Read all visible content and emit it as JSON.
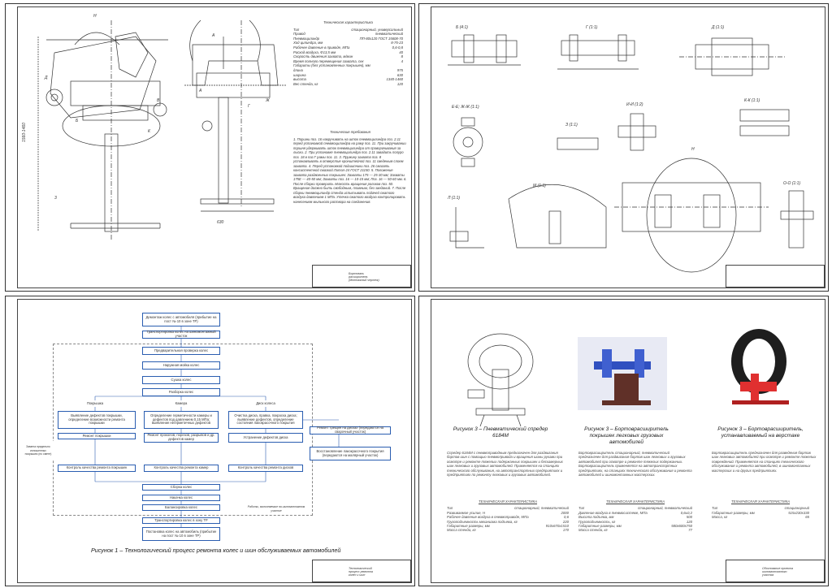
{
  "sheet1": {
    "spec_title": "Техническая характеристика",
    "spec_rows": [
      [
        "Тип",
        "стационарный, универсальный"
      ],
      [
        "Привод",
        "пневматический"
      ],
      [
        "Пневмоцилиндр",
        "ПП-80х120 ГОСТ 15608-70"
      ],
      [
        "Ход цилиндра, мм",
        "8-75-23"
      ],
      [
        "Рабочее давление в приводе, МПа",
        "0,6-0,8"
      ],
      [
        "Расход воздуха, Ф13,5 мм",
        "40"
      ],
      [
        "Скорость движения захвата, м/мин",
        "8"
      ],
      [
        "Время полного перемещения захвата, сек",
        "4"
      ],
      [
        "Габариты (без установленных покрышек), мм",
        ""
      ],
      [
        "длина",
        "975"
      ],
      [
        "ширина",
        "630"
      ],
      [
        "высота",
        "1340-1460"
      ],
      [
        "Вес стенда, кг",
        "120"
      ]
    ],
    "req_title": "Технические требования",
    "req_text": "1. Поршни поз. 16 накручивать на шток пневмоцилиндра поз. 2.11 перед установкой пневмоцилиндра на раму поз. 11. При закручивании поршня удерживать шток пневмоцилиндра от проворачивания за лыски. 2. При установке пневмоцилиндра поз. 2.11 завадить полуро поз. 18 в паз Г рамы поз. 11. 3. Пружину захвата поз. 8 устанавливать в отверстие кронштейной поз. 11 сведеным слоем захвата. 4. Перед установкой подшипники поз. 26 смазать консистентной смазкой Литол-24 ГОСТ 21150. 5. Положение захвата раздвоенных покрышек: Захваты 175 — 25-30 мм; Захваты 175Е — 40-50 мм; Захваты поз. 16 — 10-15 мм; Поз. 16 — 50-60 мм. 6. После сборки проверить лёгкость вращения роликов поз. 50. Вращение должно быть свободным, плавным, без заеданий. 7. После сборки пневмоцилиндр стенда испытывать подачей сжатого воздуха давлением 1 МПа. Утечка сжатого воздуха контролировать нанесением мыльного раствора на соединения.",
    "stamp_text": "Бортоваль расширитель (Монтажный чертеж)",
    "dim_left": "1560-1460",
    "dim_bottom": "630",
    "labels": [
      "Б",
      "В",
      "Г",
      "Д",
      "Е",
      "И",
      "К",
      "А",
      "Ж"
    ]
  },
  "sheet2": {
    "view_labels": [
      "Б (4:1)",
      "Г (1:1)",
      "Д (1:1)",
      "Е-Е; Ж-Ж (1:1)",
      "З (1:1)",
      "И-И (1:2)",
      "К-К (1:1)",
      "Л (1:1)",
      "М (1:1)",
      "Н",
      "О-О (1:1)"
    ]
  },
  "sheet3": {
    "caption": "Рисунок 1 – Технологический процесс ремонта колес и шин обслуживаемых автомобилей",
    "boxes": {
      "b1": "Демонтаж колес с автомобиля (прибытие на пост № 10 в зоне ТР)",
      "b2": "Транспортировка колес на шиномонтажный участок",
      "b3": "Предварительная проверка колес",
      "b4": "Наружная мойка колес",
      "b5": "Сушка колес",
      "b6": "Разборка колес",
      "c1": "Покрышка",
      "c2": "Камера",
      "c3": "Диск колеса",
      "p1": "Выявление дефектов покрышки, определение возможности ремонта покрышки",
      "p2": "Ремонт покрышки",
      "p3": "Контроль качества ремонта покрышек",
      "k1": "Определение герметичности камеры и дефектов под давлением 0,15 МПа; выявление негерметичных дефектов",
      "k2": "Ремонт проколов, порезов, разрывов и др. дефектов камер",
      "k3": "Контроль качества ремонта камер",
      "d1": "Очистка диска, правка, покраска диска; выявление дефектов, определение состояния лакокрасочного покрытия",
      "d2": "Устранение дефектов диска",
      "d3": "Контроль качества ремонта дисков",
      "r1": "Ремонт трещин на дисках (передаются на сварочный участок)",
      "r2": "Восстановление лакокрасочного покрытия (передаются на малярный участок)",
      "side": "Замена предельно изношенных покрышек (по смете)",
      "b7": "Сборка колес",
      "b8": "Накачка колес",
      "b9": "Балансировка колес",
      "b10": "Транспортировка колес в зону ТР",
      "b11": "Постановка колес на автомобиль (прибытие на пост № 10 в зоне ТР)",
      "area_note": "Работы, выполняемые на шиномонтажном участке"
    },
    "stamp_text": "Технологический процесс ремонта колес и шин"
  },
  "sheet4": {
    "fig1_caption": "Рисунок 3 – Пневматический спредер 6184М",
    "fig2_caption": "Рисунок 3 – Бортоврасширитель покрышек легковых грузовых автомобилей",
    "fig3_caption": "Рисунок 3 – Бортоврасширитель, устанавливаемый на верстаке",
    "fig1_desc": "Спредер 6184M с пневмоприводным предназначен для раздвигания бортов шин с помощью пневмопривода и вращения шины руками при осмотре и ремонте тяжелых подержанных покрышек и бескамерных шин легковых и грузовых автомобилей. Применяется на станциях технического обслуживания, на автотранспортных предприятиях и предприятиях по ремонту легковых и грузовых автомобилей.",
    "fig2_desc": "Бортоврасширитель стационарный, пневматический предназначен для раздвигания бортов шин легковых и грузовых автомобилей при осмотре и ремонте тяжелых подержанных. Бортоврасширитель применяется на автотранспортных предприятиях, на станциях технического обслуживания и ремонта автомобилей и шиномонтажных мастерских.",
    "fig3_desc": "Бортоврасширитель предназначен для разведения бортов шин легковых автомобилей при осмотре и ремонте тяжелых повреждений. Применяется на станциях технического обслуживания и ремонта автомобилей, в шиномонтажных мастерских и на других предприятиях.",
    "spec_title": "ТЕХНИЧЕСКАЯ ХАРАКТЕРИСТИКА",
    "spec1": [
      [
        "Тип",
        "стационарный, пневматический"
      ],
      [
        "Развиваемое усилие, Н",
        "2000"
      ],
      [
        "Рабочее давление воздуха в пневмоприводе, МПа",
        "0,6"
      ],
      [
        "Грузоподъемность механизма подъема, кг",
        "220"
      ],
      [
        "Габаритные размеры, мм",
        "910х670х1510"
      ],
      [
        "Масса стенда, кг",
        "170"
      ]
    ],
    "spec2": [
      [
        "Тип",
        "стационарный, пневматический"
      ],
      [
        "Давление воздуха в пневмосистеме, МПа",
        "0,6±0,2"
      ],
      [
        "Высота подъема, мм",
        "500"
      ],
      [
        "Грузоподъемность, кг",
        "120"
      ],
      [
        "Габаритные размеры, мм",
        "580х600х750"
      ],
      [
        "Масса стенда, кг",
        "77"
      ]
    ],
    "spec3": [
      [
        "Тип",
        "стационарный"
      ],
      [
        "Габаритные размеры, мм",
        "515х230х330"
      ],
      [
        "Масса, кг",
        "65"
      ]
    ],
    "stamp_text": "Обоснование проекта шиномонтажного участка"
  },
  "colors": {
    "line": "#333333",
    "blue": "#2a5db0",
    "red_tool": "#e03030",
    "blue_tool": "#3050c0"
  }
}
